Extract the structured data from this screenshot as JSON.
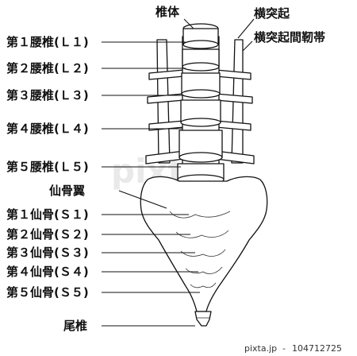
{
  "title": "",
  "labels": {
    "vertebral_body": "椎体",
    "transverse_process": "横突起",
    "intertransverse_ligament": "横突起間靭帯",
    "l1": "第１腰椎(Ｌ１)",
    "l2": "第２腰椎(Ｌ２)",
    "l3": "第３腰椎(Ｌ３)",
    "l4": "第４腰椎(Ｌ４)",
    "l5": "第５腰椎(Ｌ５)",
    "sacral_wing": "仙骨翼",
    "s1": "第１仙骨(Ｓ１)",
    "s2": "第２仙骨(Ｓ２)",
    "s3": "第３仙骨(Ｓ３)",
    "s4": "第４仙骨(Ｓ４)",
    "s5": "第５仙骨(Ｓ５)",
    "coccyx": "尾椎"
  },
  "watermark": "pixta",
  "credit": {
    "site": "pixta.jp",
    "separator": "-",
    "id": "104712725"
  }
}
